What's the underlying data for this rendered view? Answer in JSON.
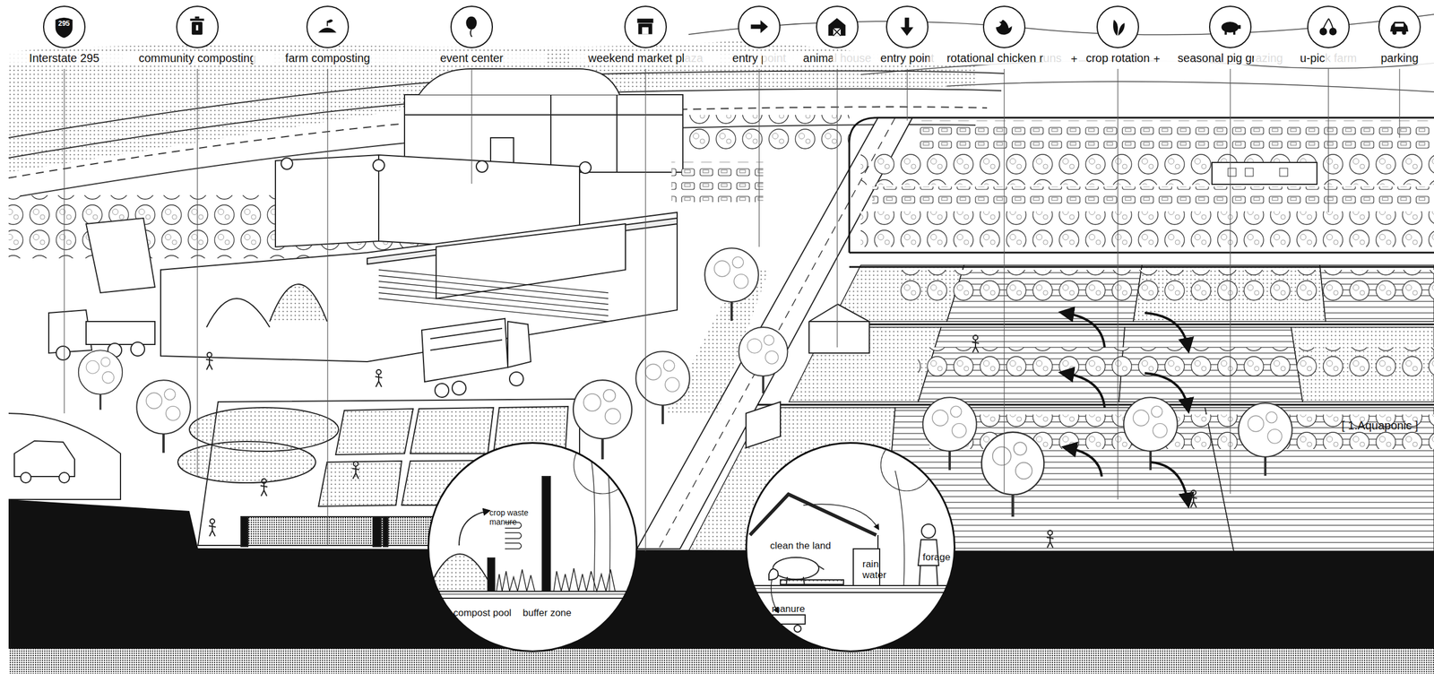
{
  "diagram": {
    "nodes": [
      {
        "text": [
          "295",
          "Interstate 295"
        ]
      },
      {
        "text": [
          "community composting"
        ]
      },
      {
        "text": [
          "farm composting"
        ]
      },
      {
        "text": [
          "event center"
        ]
      },
      {
        "text": [
          "weekend market plaza"
        ]
      },
      {
        "text": [
          "entry point"
        ]
      },
      {
        "text": [
          "animal house"
        ]
      },
      {
        "text": [
          "entry point"
        ]
      },
      {
        "text": [
          "rotational chicken runs"
        ]
      },
      {
        "text": [
          "crop rotation"
        ]
      },
      {
        "text": [
          "seasonal pig grazing"
        ]
      },
      {
        "text": [
          "u-pick farm"
        ]
      },
      {
        "text": [
          "parking"
        ]
      },
      {
        "text": [
          "crop waste manure",
          "compost pool",
          "buffer zone"
        ]
      },
      {
        "text": [
          "clean the land",
          "rain water",
          "manure",
          "forage"
        ]
      }
    ],
    "labels": [
      "+",
      "+",
      "[ 1.Aquaponic ]"
    ]
  }
}
